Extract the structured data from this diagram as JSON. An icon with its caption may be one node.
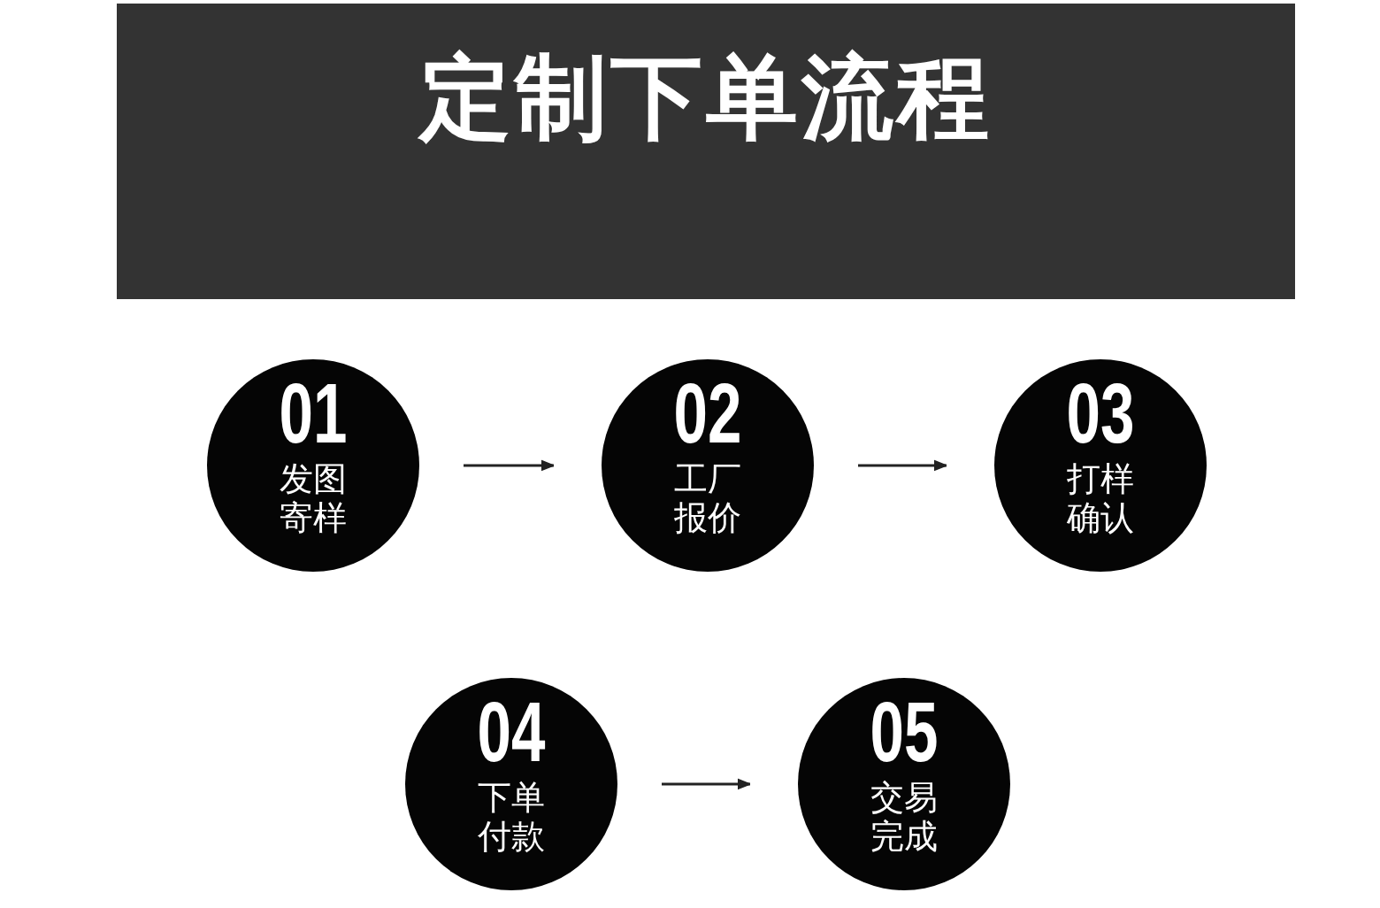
{
  "diagram": {
    "title": "定制下单流程",
    "nodes": [
      {
        "text": [
          "01",
          "发图寄样"
        ]
      },
      {
        "text": [
          "02",
          "工厂报价"
        ]
      },
      {
        "text": [
          "03",
          "打样确认"
        ]
      },
      {
        "text": [
          "04",
          "下单付款"
        ]
      },
      {
        "text": [
          "05",
          "交易完成"
        ]
      }
    ],
    "edges": [
      {
        "from": 0,
        "to": 1,
        "arrow": "to"
      },
      {
        "from": 1,
        "to": 2,
        "arrow": "to"
      },
      {
        "from": 3,
        "to": 4,
        "arrow": "to"
      }
    ]
  }
}
